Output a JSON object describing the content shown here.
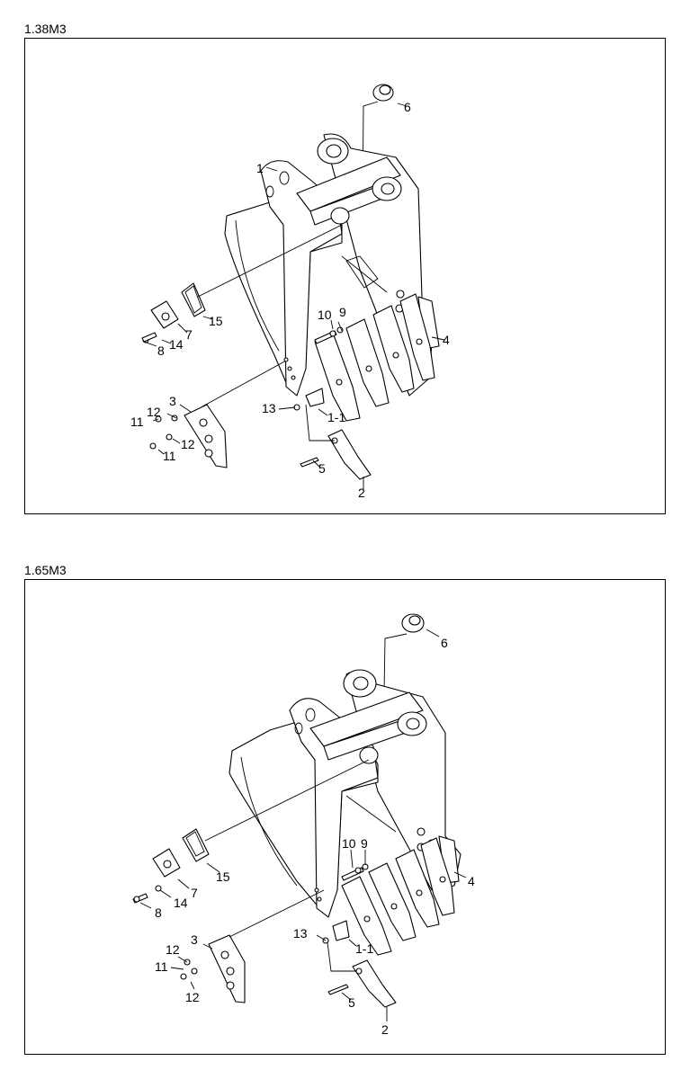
{
  "diagrams": [
    {
      "caption": "1.38M3",
      "labels": {
        "p1": "1",
        "p1_1": "1-1",
        "p2": "2",
        "p3": "3",
        "p4": "4",
        "p5": "5",
        "p6": "6",
        "p7": "7",
        "p8": "8",
        "p9": "9",
        "p10": "10",
        "p11a": "11",
        "p11b": "11",
        "p12a": "12",
        "p12b": "12",
        "p13": "13",
        "p14": "14",
        "p15": "15"
      }
    },
    {
      "caption": "1.65M3",
      "labels": {
        "p1_1": "1-1",
        "p2": "2",
        "p3": "3",
        "p4": "4",
        "p5": "5",
        "p6": "6",
        "p7": "7",
        "p8": "8",
        "p9": "9",
        "p10": "10",
        "p11": "11",
        "p12a": "12",
        "p12b": "12",
        "p13": "13",
        "p14": "14",
        "p15": "15"
      }
    }
  ]
}
